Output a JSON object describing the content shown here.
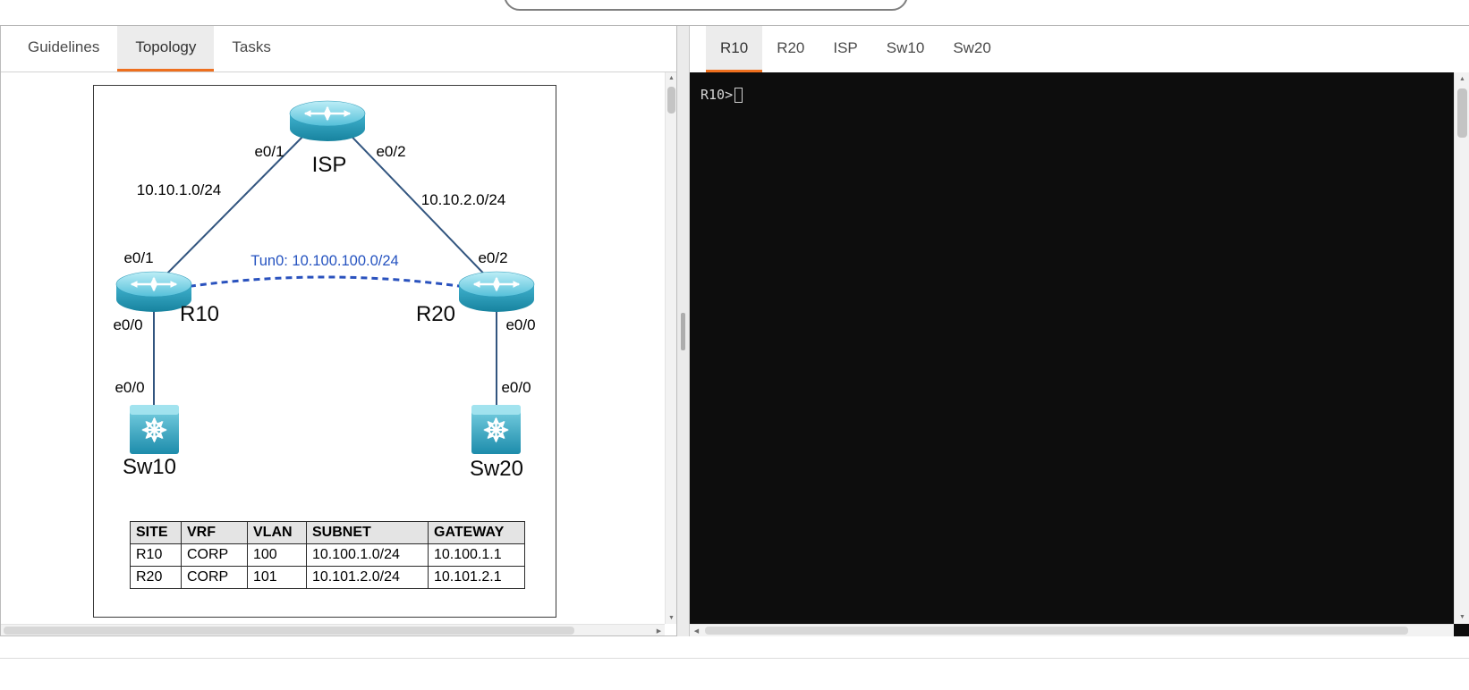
{
  "left_panel": {
    "tabs": [
      {
        "label": "Guidelines",
        "active": false
      },
      {
        "label": "Topology",
        "active": true
      },
      {
        "label": "Tasks",
        "active": false
      }
    ]
  },
  "topology": {
    "devices": [
      {
        "id": "isp",
        "label": "ISP",
        "type": "router"
      },
      {
        "id": "r10",
        "label": "R10",
        "type": "router"
      },
      {
        "id": "r20",
        "label": "R20",
        "type": "router"
      },
      {
        "id": "sw10",
        "label": "Sw10",
        "type": "switch"
      },
      {
        "id": "sw20",
        "label": "Sw20",
        "type": "switch"
      }
    ],
    "labels": {
      "isp_left_port": "e0/1",
      "isp_right_port": "e0/2",
      "left_link_subnet": "10.10.1.0/24",
      "right_link_subnet": "10.10.2.0/24",
      "r10_uplink_port": "e0/1",
      "r20_uplink_port": "e0/2",
      "tunnel": "Tun0: 10.100.100.0/24",
      "r10_lan_port": "e0/0",
      "r20_lan_port": "e0/0",
      "sw10_uplink_port": "e0/0",
      "sw20_uplink_port": "e0/0"
    },
    "table": {
      "headers": [
        "SITE",
        "VRF",
        "VLAN",
        "SUBNET",
        "GATEWAY"
      ],
      "rows": [
        [
          "R10",
          "CORP",
          "100",
          "10.100.1.0/24",
          "10.100.1.1"
        ],
        [
          "R20",
          "CORP",
          "101",
          "10.101.2.0/24",
          "10.101.2.1"
        ]
      ]
    }
  },
  "right_panel": {
    "tabs": [
      {
        "label": "R10",
        "active": true
      },
      {
        "label": "R20",
        "active": false
      },
      {
        "label": "ISP",
        "active": false
      },
      {
        "label": "Sw10",
        "active": false
      },
      {
        "label": "Sw20",
        "active": false
      }
    ],
    "terminal": {
      "prompt": "R10>"
    }
  },
  "colors": {
    "accent": "#ee6f1e",
    "terminal_bg": "#0d0d0d",
    "link_line": "#32557f",
    "tunnel_line": "#2a52be"
  }
}
